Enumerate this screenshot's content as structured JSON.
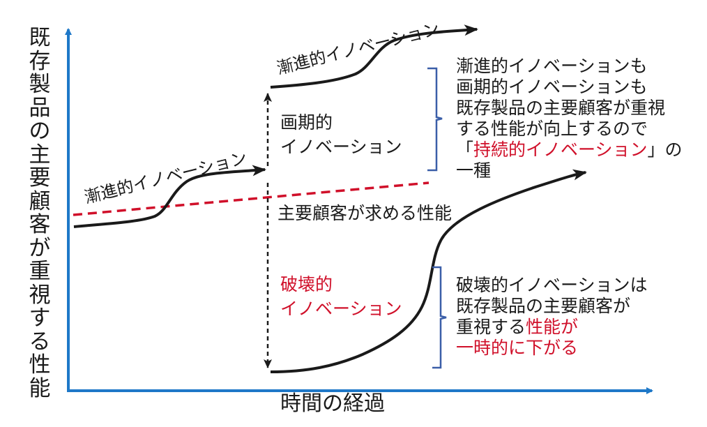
{
  "axes": {
    "y_label": "既存製品の主要顧客が重視する性能",
    "x_label": "時間の経過"
  },
  "labels": {
    "incremental_lower": "漸進的イノベーション",
    "incremental_upper": "漸進的イノベーション",
    "breakthrough_line1": "画期的",
    "breakthrough_line2": "イノベーション",
    "required_performance": "主要顧客が求める性能",
    "disruptive_line1": "破壊的",
    "disruptive_line2": "イノベーション"
  },
  "note_sustaining": {
    "line1": "漸進的イノベーションも",
    "line2": "画期的イノベーションも",
    "line3": "既存製品の主要顧客が重視",
    "line4": "する性能が向上するので",
    "line5_open": "「",
    "line5_red": "持続的イノベーション",
    "line5_close": "」の",
    "line6": "一種"
  },
  "note_disruptive": {
    "line1": "破壊的イノベーションは",
    "line2": "既存製品の主要顧客が",
    "line3_black": "重視する",
    "line3_red": "性能が",
    "line4_red": "一時的に下がる"
  },
  "colors": {
    "axis": "#1e78c8",
    "curve": "#1a1a1a",
    "required_line": "#d0102a",
    "highlight_text": "#d0102a",
    "bracket": "#3a5ea8"
  }
}
